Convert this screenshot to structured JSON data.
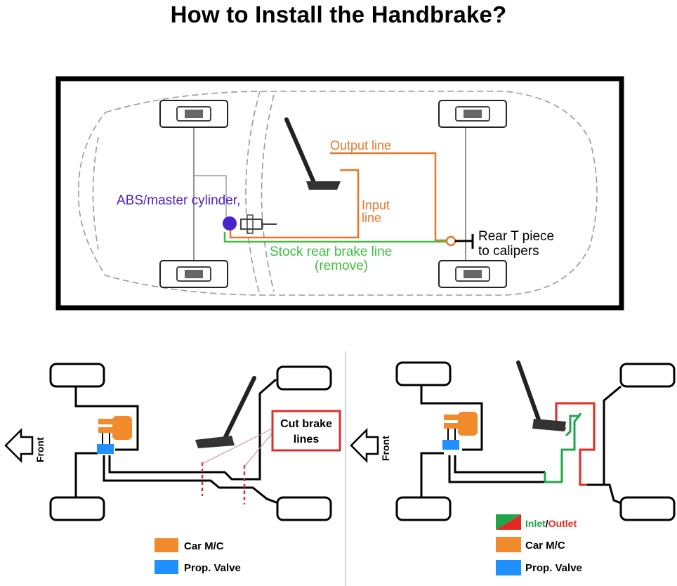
{
  "title": "How to Install the Handbrake?",
  "top_diagram": {
    "abs_label": "ABS/master cylinder,",
    "output_label": "Output line",
    "input_label_1": "Input",
    "input_label_2": "line",
    "stock_label_1": "Stock rear brake line",
    "stock_label_2": "(remove)",
    "rear_label_1": "Rear T piece",
    "rear_label_2": "to calipers"
  },
  "left_diagram": {
    "front_label": "Front",
    "cut_label_1": "Cut brake",
    "cut_label_2": "lines",
    "legend": [
      {
        "label": "Car M/C",
        "color": "#f08a2c"
      },
      {
        "label": "Prop. Valve",
        "color": "#1e90ff"
      }
    ]
  },
  "right_diagram": {
    "front_label": "Front",
    "legend_inlet": "Inlet",
    "legend_slash": "/",
    "legend_outlet": "Outlet",
    "legend": [
      {
        "label": "Car M/C",
        "color": "#f08a2c"
      },
      {
        "label": "Prop. Valve",
        "color": "#1e90ff"
      }
    ]
  },
  "colors": {
    "orange_line": "#e8762b",
    "green_line": "#3cbf3c",
    "purple_text": "#4a22c8",
    "inlet_green": "#1fa64a",
    "outlet_red": "#e32a22",
    "cut_red": "#d8322c"
  }
}
